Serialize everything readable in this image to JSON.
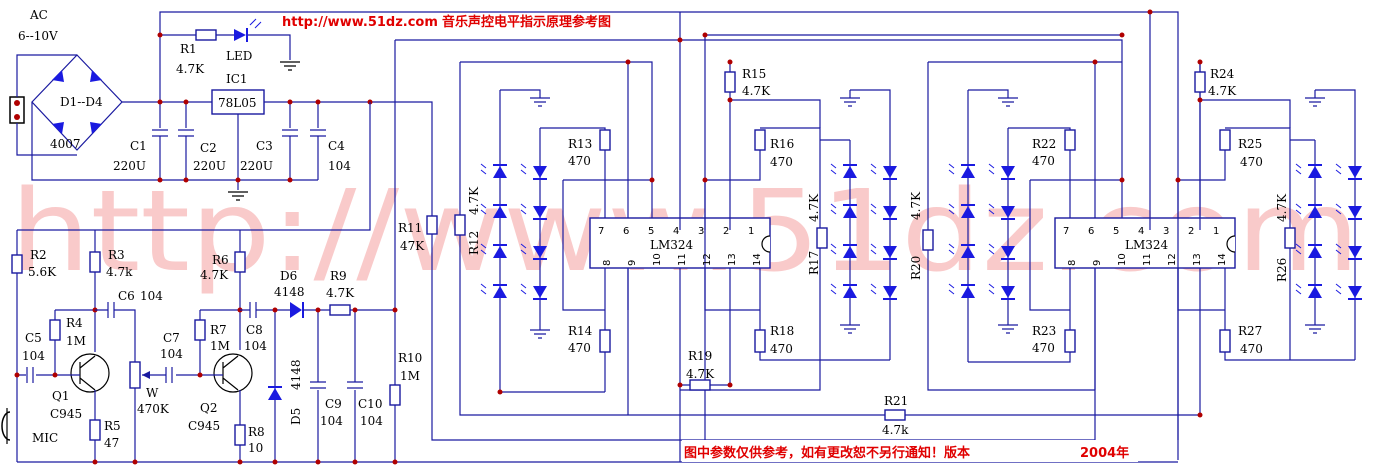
{
  "header": {
    "url": "http://www.51dz.com",
    "title": "音乐声控电平指示原理参考图"
  },
  "watermark": "http://www.51dz.com",
  "footer": {
    "note_prefix": "图中参数仅供参考，如有更改恕不另行通知！版本",
    "version": "2004年"
  },
  "labels": {
    "ac": "AC",
    "ac_range": "6--10V",
    "bridge": "D1--D4",
    "bridge_part": "4007",
    "r1": "R1",
    "r1v": "4.7K",
    "led": "LED",
    "ic1": "IC1",
    "ic1v": "78L05",
    "c1": "C1",
    "c1v": "220U",
    "c2": "C2",
    "c2v": "220U",
    "c3": "C3",
    "c3v": "220U",
    "c4": "C4",
    "c4v": "104",
    "r2": "R2",
    "r2v": "5.6K",
    "r3": "R3",
    "r3v": "4.7k",
    "r4": "R4",
    "r4v": "1M",
    "r5": "R5",
    "r5v": "47",
    "c5": "C5",
    "c5v": "104",
    "c6": "C6",
    "c6v": "104",
    "q1": "Q1",
    "q1v": "C945",
    "mic": "MIC",
    "w": "W",
    "wv": "470K",
    "c7": "C7",
    "c7v": "104",
    "r6": "R6",
    "r6v": "4.7K",
    "r7": "R7",
    "r7v": "1M",
    "c8": "C8",
    "c8v": "104",
    "q2": "Q2",
    "q2v": "C945",
    "r8": "R8",
    "r8v": "10",
    "d6": "D6",
    "d6v": "4148",
    "d5": "D5",
    "d5v": "4148",
    "r9": "R9",
    "r9v": "4.7K",
    "c9": "C9",
    "c9v": "104",
    "c10": "C10",
    "c10v": "104",
    "r10": "R10",
    "r10v": "1M",
    "r11": "R11",
    "r11v": "47K",
    "r12": "R12",
    "r12v": "4.7K",
    "r13": "R13",
    "r13v": "470",
    "r14": "R14",
    "r14v": "470",
    "lm1": "LM324",
    "r15": "R15",
    "r15v": "4.7K",
    "r16": "R16",
    "r16v": "470",
    "r17": "R17",
    "r17v": "4.7K",
    "r18": "R18",
    "r18v": "470",
    "r19": "R19",
    "r19v": "4.7K",
    "r20": "R20",
    "r20v": "4.7K",
    "r21": "R21",
    "r21v": "4.7k",
    "r22": "R22",
    "r22v": "470",
    "r23": "R23",
    "r23v": "470",
    "lm2": "LM324",
    "r24": "R24",
    "r24v": "4.7K",
    "r25": "R25",
    "r25v": "470",
    "r26": "R26",
    "r26v": "4.7K",
    "r27": "R27",
    "r27v": "470"
  },
  "pins_top": [
    "7",
    "6",
    "5",
    "4",
    "3",
    "2",
    "1"
  ],
  "pins_bottom": [
    "8",
    "9",
    "10",
    "11",
    "12",
    "13",
    "14"
  ]
}
